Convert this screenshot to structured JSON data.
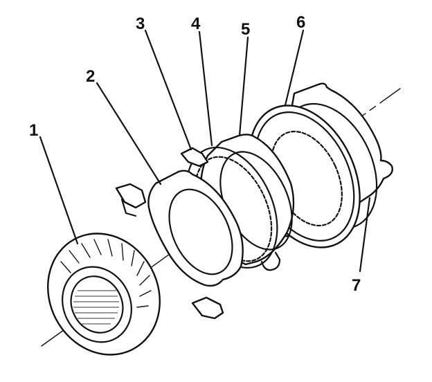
{
  "diagram": {
    "callouts": [
      {
        "id": "1",
        "label": "1"
      },
      {
        "id": "2",
        "label": "2"
      },
      {
        "id": "3",
        "label": "3"
      },
      {
        "id": "4",
        "label": "4"
      },
      {
        "id": "5",
        "label": "5"
      },
      {
        "id": "6",
        "label": "6"
      },
      {
        "id": "7",
        "label": "7"
      }
    ]
  },
  "colors": {
    "ink": "#111111",
    "paper": "#ffffff"
  }
}
